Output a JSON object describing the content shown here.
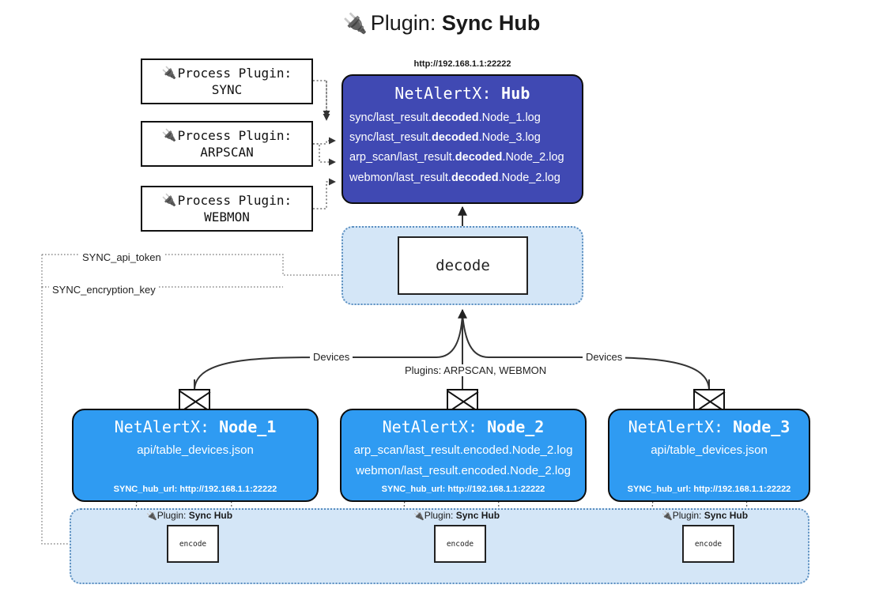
{
  "title": {
    "icon": "plug-icon",
    "glyph": "🔌",
    "lead": "Plugin: ",
    "name": "Sync Hub"
  },
  "process_plugins": [
    {
      "icon": "plug-icon",
      "glyph": "🔌",
      "line1": "Process Plugin:",
      "line2": "SYNC"
    },
    {
      "icon": "plug-icon",
      "glyph": "🔌",
      "line1": "Process Plugin:",
      "line2": "ARPSCAN"
    },
    {
      "icon": "plug-icon",
      "glyph": "🔌",
      "line1": "Process Plugin:",
      "line2": "WEBMON"
    }
  ],
  "hub": {
    "url": "http://192.168.1.1:22222",
    "title_prefix": "NetAlertX: ",
    "title_name": "Hub",
    "logs": [
      {
        "pre": "sync/last_result.",
        "mid": "decoded",
        "post": ".Node_1.log"
      },
      {
        "pre": "sync/last_result.",
        "mid": "decoded",
        "post": ".Node_3.log"
      },
      {
        "pre": "arp_scan/last_result.",
        "mid": "decoded",
        "post": ".Node_2.log"
      },
      {
        "pre": "webmon/last_result.",
        "mid": "decoded",
        "post": ".Node_2.log"
      }
    ]
  },
  "decode": {
    "label": "decode"
  },
  "settings": {
    "api_token": "SYNC_api_token",
    "encryption_key": "SYNC_encryption_key"
  },
  "edges": {
    "devices_left": "Devices",
    "devices_right": "Devices",
    "plugins": "Plugins: ARPSCAN, WEBMON"
  },
  "nodes": [
    {
      "title_prefix": "NetAlertX: ",
      "title_name": "Node_1",
      "lines": [
        "api/table_devices.json"
      ],
      "hub_url": "SYNC_hub_url: http://192.168.1.1:22222",
      "envelope_icon": "envelope-icon"
    },
    {
      "title_prefix": "NetAlertX: ",
      "title_name": "Node_2",
      "lines": [
        "arp_scan/last_result.encoded.Node_2.log",
        "webmon/last_result.encoded.Node_2.log"
      ],
      "hub_url": "SYNC_hub_url: http://192.168.1.1:22222",
      "envelope_icon": "envelope-icon"
    },
    {
      "title_prefix": "NetAlertX: ",
      "title_name": "Node_3",
      "lines": [
        "api/table_devices.json"
      ],
      "hub_url": "SYNC_hub_url: http://192.168.1.1:22222",
      "envelope_icon": "envelope-icon"
    }
  ],
  "encoders": [
    {
      "tag_lead": "Plugin: ",
      "tag_name": "Sync Hub",
      "glyph": "🔌",
      "label": "encode"
    },
    {
      "tag_lead": "Plugin: ",
      "tag_name": "Sync Hub",
      "glyph": "🔌",
      "label": "encode"
    },
    {
      "tag_lead": "Plugin: ",
      "tag_name": "Sync Hub",
      "glyph": "🔌",
      "label": "encode"
    }
  ],
  "colors": {
    "hub_fill": "#4049b3",
    "node_fill": "#2f9bf2",
    "zone_fill": "#d4e6f7",
    "zone_border": "#5b8fc0",
    "stroke": "#333333"
  }
}
